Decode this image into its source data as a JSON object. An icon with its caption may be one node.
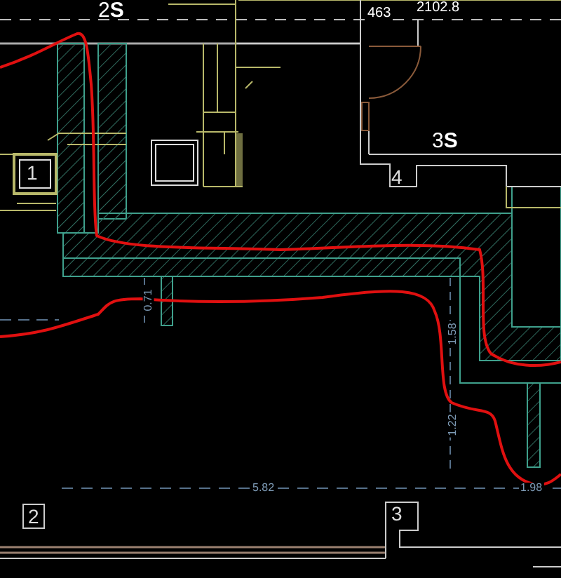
{
  "diagram": {
    "labels": [
      "2**S**",
      "2102.8",
      "463",
      "1",
      "3**S**",
      "4",
      "0.71",
      "1.58",
      "1.22",
      "5.82",
      "1.98",
      "2",
      "3"
    ]
  }
}
